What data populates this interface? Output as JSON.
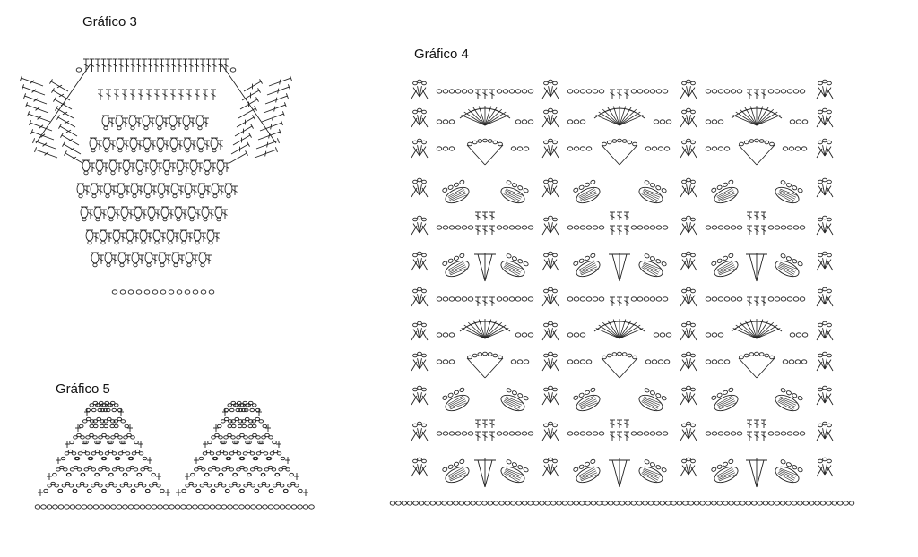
{
  "charts": {
    "chart3": {
      "title": "Gráfico 3"
    },
    "chart4": {
      "title": "Gráfico 4"
    },
    "chart5": {
      "title": "Gráfico 5"
    }
  },
  "colors": {
    "ink": "#222222",
    "background": "#ffffff"
  }
}
